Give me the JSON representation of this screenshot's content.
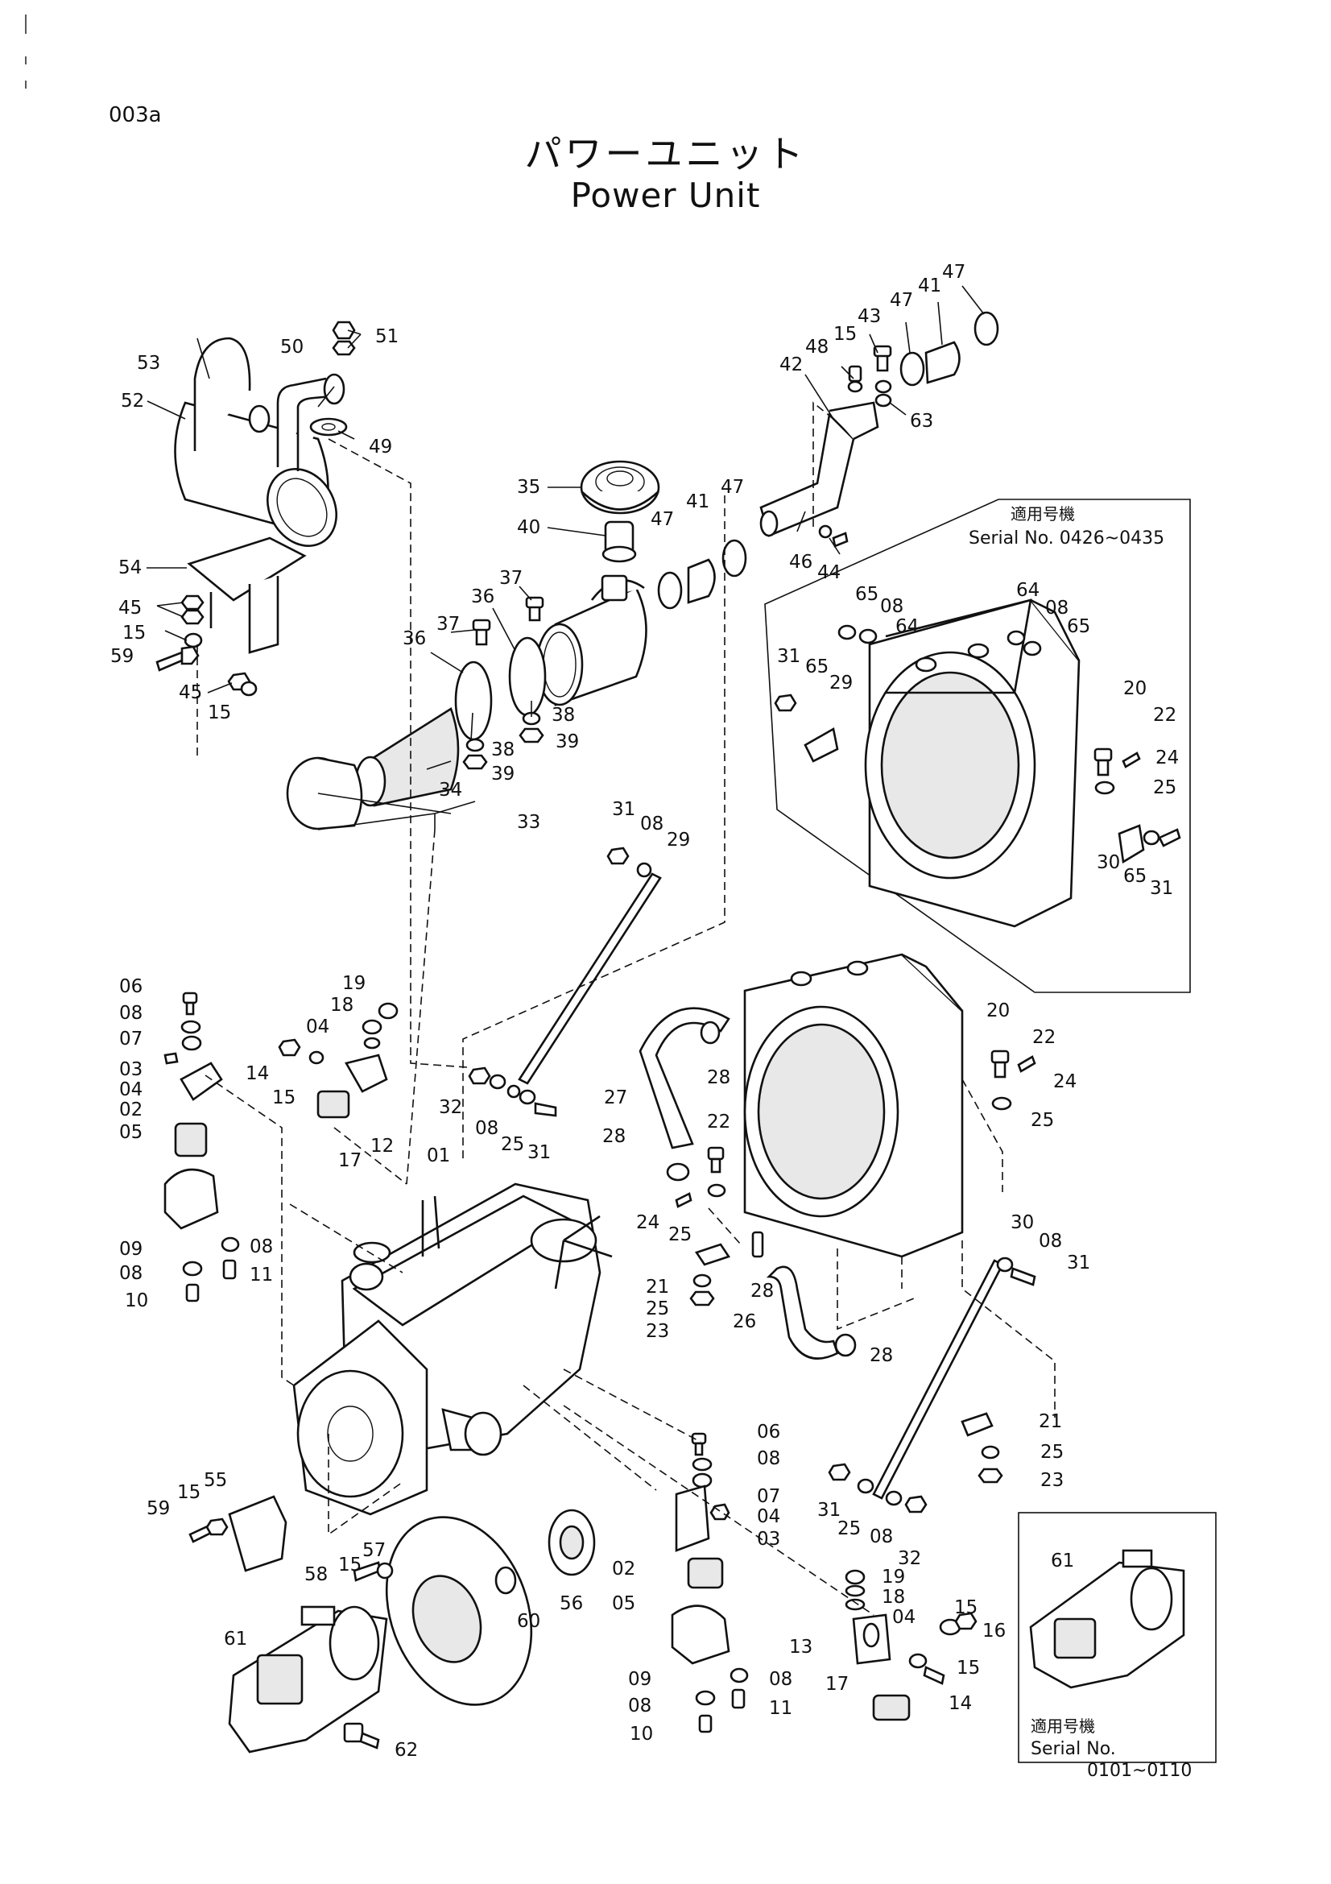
{
  "header": {
    "page_code": "003a",
    "title_jp": "パワーユニット",
    "title_en": "Power Unit"
  },
  "serial_box_radiator": {
    "applicable_jp": "適用号機",
    "serial_label": "Serial No. 0426~0435"
  },
  "serial_box_pump": {
    "applicable_jp": "適用号機",
    "serial_label": "Serial No.",
    "serial_range": "0101~0110"
  },
  "callouts": [
    {
      "id": "c51",
      "label": "51"
    },
    {
      "id": "c50",
      "label": "50"
    },
    {
      "id": "c53",
      "label": "53"
    },
    {
      "id": "c52",
      "label": "52"
    },
    {
      "id": "c49",
      "label": "49"
    },
    {
      "id": "c54",
      "label": "54"
    },
    {
      "id": "c45a",
      "label": "45"
    },
    {
      "id": "c15a",
      "label": "15"
    },
    {
      "id": "c59a",
      "label": "59"
    },
    {
      "id": "c45b",
      "label": "45"
    },
    {
      "id": "c15b",
      "label": "15"
    },
    {
      "id": "c35",
      "label": "35"
    },
    {
      "id": "c40",
      "label": "40"
    },
    {
      "id": "c37a",
      "label": "37"
    },
    {
      "id": "c37b",
      "label": "37"
    },
    {
      "id": "c36a",
      "label": "36"
    },
    {
      "id": "c36b",
      "label": "36"
    },
    {
      "id": "c38a",
      "label": "38"
    },
    {
      "id": "c39a",
      "label": "39"
    },
    {
      "id": "c38b",
      "label": "38"
    },
    {
      "id": "c39b",
      "label": "39"
    },
    {
      "id": "c34",
      "label": "34"
    },
    {
      "id": "c33",
      "label": "33"
    },
    {
      "id": "c47a",
      "label": "47"
    },
    {
      "id": "c41a",
      "label": "41"
    },
    {
      "id": "c47b",
      "label": "47"
    },
    {
      "id": "c46",
      "label": "46"
    },
    {
      "id": "c44",
      "label": "44"
    },
    {
      "id": "c42",
      "label": "42"
    },
    {
      "id": "c48",
      "label": "48"
    },
    {
      "id": "c15c",
      "label": "15"
    },
    {
      "id": "c43",
      "label": "43"
    },
    {
      "id": "c47c",
      "label": "47"
    },
    {
      "id": "c41b",
      "label": "41"
    },
    {
      "id": "c47d",
      "label": "47"
    },
    {
      "id": "c63",
      "label": "63"
    },
    {
      "id": "c65a",
      "label": "65"
    },
    {
      "id": "c08a",
      "label": "08"
    },
    {
      "id": "c64a",
      "label": "64"
    },
    {
      "id": "c64b",
      "label": "64"
    },
    {
      "id": "c08b",
      "label": "08"
    },
    {
      "id": "c65b",
      "label": "65"
    },
    {
      "id": "c31a",
      "label": "31"
    },
    {
      "id": "c65c",
      "label": "65"
    },
    {
      "id": "c29a",
      "label": "29"
    },
    {
      "id": "c20a",
      "label": "20"
    },
    {
      "id": "c22a",
      "label": "22"
    },
    {
      "id": "c24a",
      "label": "24"
    },
    {
      "id": "c25a",
      "label": "25"
    },
    {
      "id": "c30a",
      "label": "30"
    },
    {
      "id": "c65d",
      "label": "65"
    },
    {
      "id": "c31b",
      "label": "31"
    },
    {
      "id": "c31c",
      "label": "31"
    },
    {
      "id": "c08c",
      "label": "08"
    },
    {
      "id": "c29b",
      "label": "29"
    },
    {
      "id": "c06a",
      "label": "06"
    },
    {
      "id": "c08d",
      "label": "08"
    },
    {
      "id": "c07a",
      "label": "07"
    },
    {
      "id": "c03a",
      "label": "03"
    },
    {
      "id": "c04a",
      "label": "04"
    },
    {
      "id": "c02a",
      "label": "02"
    },
    {
      "id": "c05a",
      "label": "05"
    },
    {
      "id": "c09a",
      "label": "09"
    },
    {
      "id": "c08e",
      "label": "08"
    },
    {
      "id": "c08f",
      "label": "08"
    },
    {
      "id": "c11a",
      "label": "11"
    },
    {
      "id": "c10a",
      "label": "10"
    },
    {
      "id": "c19a",
      "label": "19"
    },
    {
      "id": "c18a",
      "label": "18"
    },
    {
      "id": "c04b",
      "label": "04"
    },
    {
      "id": "c14a",
      "label": "14"
    },
    {
      "id": "c15d",
      "label": "15"
    },
    {
      "id": "c12",
      "label": "12"
    },
    {
      "id": "c17a",
      "label": "17"
    },
    {
      "id": "c32a",
      "label": "32"
    },
    {
      "id": "c08g",
      "label": "08"
    },
    {
      "id": "c25b",
      "label": "25"
    },
    {
      "id": "c31d",
      "label": "31"
    },
    {
      "id": "c01",
      "label": "01"
    },
    {
      "id": "c20b",
      "label": "20"
    },
    {
      "id": "c27",
      "label": "27"
    },
    {
      "id": "c28a",
      "label": "28"
    },
    {
      "id": "c28b",
      "label": "28"
    },
    {
      "id": "c22b",
      "label": "22"
    },
    {
      "id": "c24b",
      "label": "24"
    },
    {
      "id": "c25c",
      "label": "25"
    },
    {
      "id": "c22c",
      "label": "22"
    },
    {
      "id": "c24c",
      "label": "24"
    },
    {
      "id": "c25d",
      "label": "25"
    },
    {
      "id": "c21a",
      "label": "21"
    },
    {
      "id": "c25e",
      "label": "25"
    },
    {
      "id": "c23a",
      "label": "23"
    },
    {
      "id": "c28c",
      "label": "28"
    },
    {
      "id": "c26",
      "label": "26"
    },
    {
      "id": "c28d",
      "label": "28"
    },
    {
      "id": "c30b",
      "label": "30"
    },
    {
      "id": "c08h",
      "label": "08"
    },
    {
      "id": "c31e",
      "label": "31"
    },
    {
      "id": "c21b",
      "label": "21"
    },
    {
      "id": "c25f",
      "label": "25"
    },
    {
      "id": "c23b",
      "label": "23"
    },
    {
      "id": "c06b",
      "label": "06"
    },
    {
      "id": "c08i",
      "label": "08"
    },
    {
      "id": "c07b",
      "label": "07"
    },
    {
      "id": "c04c",
      "label": "04"
    },
    {
      "id": "c03b",
      "label": "03"
    },
    {
      "id": "c02b",
      "label": "02"
    },
    {
      "id": "c05b",
      "label": "05"
    },
    {
      "id": "c09b",
      "label": "09"
    },
    {
      "id": "c08j",
      "label": "08"
    },
    {
      "id": "c08k",
      "label": "08"
    },
    {
      "id": "c11b",
      "label": "11"
    },
    {
      "id": "c10b",
      "label": "10"
    },
    {
      "id": "c31f",
      "label": "31"
    },
    {
      "id": "c25g",
      "label": "25"
    },
    {
      "id": "c08l",
      "label": "08"
    },
    {
      "id": "c32b",
      "label": "32"
    },
    {
      "id": "c19b",
      "label": "19"
    },
    {
      "id": "c18b",
      "label": "18"
    },
    {
      "id": "c04d",
      "label": "04"
    },
    {
      "id": "c13",
      "label": "13"
    },
    {
      "id": "c15e",
      "label": "15"
    },
    {
      "id": "c16",
      "label": "16"
    },
    {
      "id": "c15f",
      "label": "15"
    },
    {
      "id": "c17b",
      "label": "17"
    },
    {
      "id": "c14b",
      "label": "14"
    },
    {
      "id": "c59b",
      "label": "59"
    },
    {
      "id": "c15g",
      "label": "15"
    },
    {
      "id": "c55",
      "label": "55"
    },
    {
      "id": "c57",
      "label": "57"
    },
    {
      "id": "c58",
      "label": "58"
    },
    {
      "id": "c15h",
      "label": "15"
    },
    {
      "id": "c56",
      "label": "56"
    },
    {
      "id": "c60",
      "label": "60"
    },
    {
      "id": "c61a",
      "label": "61"
    },
    {
      "id": "c62",
      "label": "62"
    },
    {
      "id": "c61b",
      "label": "61"
    }
  ]
}
